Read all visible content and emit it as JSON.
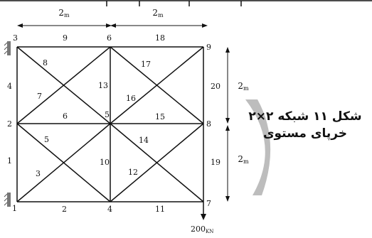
{
  "dimensions": {
    "top_left": {
      "value": "2",
      "unit": "m"
    },
    "top_right": {
      "value": "2",
      "unit": "m"
    },
    "right_upper": {
      "value": "2",
      "unit": "m"
    },
    "right_lower": {
      "value": "2",
      "unit": "m"
    }
  },
  "nodes": [
    {
      "id": "1",
      "label": "1"
    },
    {
      "id": "2",
      "label": "2"
    },
    {
      "id": "3",
      "label": "3"
    },
    {
      "id": "4",
      "label": "4"
    },
    {
      "id": "5",
      "label": "5"
    },
    {
      "id": "6",
      "label": "6"
    },
    {
      "id": "7",
      "label": "7"
    },
    {
      "id": "8",
      "label": "8"
    },
    {
      "id": "9",
      "label": "9"
    }
  ],
  "members": [
    {
      "label": "1",
      "from": "1",
      "to": "2"
    },
    {
      "label": "2",
      "from": "1",
      "to": "4"
    },
    {
      "label": "3",
      "from": "1",
      "to": "5"
    },
    {
      "label": "4",
      "from": "2",
      "to": "3"
    },
    {
      "label": "5",
      "from": "2",
      "to": "4"
    },
    {
      "label": "6",
      "from": "2",
      "to": "5"
    },
    {
      "label": "7",
      "from": "2",
      "to": "6"
    },
    {
      "label": "8",
      "from": "3",
      "to": "5"
    },
    {
      "label": "9",
      "from": "3",
      "to": "6"
    },
    {
      "label": "10",
      "from": "4",
      "to": "5"
    },
    {
      "label": "11",
      "from": "4",
      "to": "7"
    },
    {
      "label": "12",
      "from": "4",
      "to": "8"
    },
    {
      "label": "13",
      "from": "5",
      "to": "6"
    },
    {
      "label": "14",
      "from": "5",
      "to": "7"
    },
    {
      "label": "15",
      "from": "5",
      "to": "8"
    },
    {
      "label": "16",
      "from": "5",
      "to": "9"
    },
    {
      "label": "17",
      "from": "6",
      "to": "8"
    },
    {
      "label": "18",
      "from": "6",
      "to": "9"
    },
    {
      "label": "19",
      "from": "7",
      "to": "8"
    },
    {
      "label": "20",
      "from": "8",
      "to": "9"
    }
  ],
  "supports": [
    "1",
    "3"
  ],
  "load": {
    "node": "7",
    "value": "200",
    "unit": "KN"
  },
  "caption": {
    "line1": "شکل ۱۱ شبکه ۲×۲",
    "line2": "خرپای مستوی"
  }
}
